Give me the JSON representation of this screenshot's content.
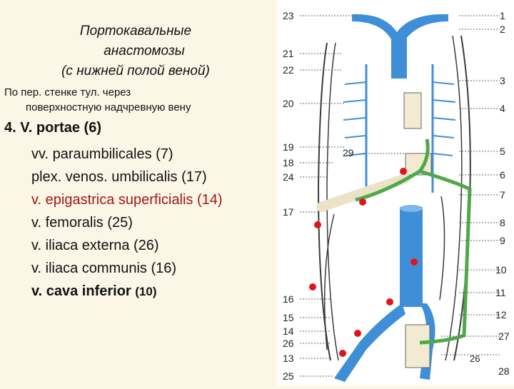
{
  "title": [
    "Портокавальные",
    "анастомозы",
    "(с нижней полой веной)"
  ],
  "subtitle": [
    "По пер. стенке тул. через",
    "поверхностную надчревную вену"
  ],
  "heading": "4. V. portae (6)",
  "items": [
    {
      "text": "vv. paraumbilicales (7)"
    },
    {
      "text": "plex. venos. umbilicalis (17)"
    },
    {
      "text": "v. epigastrica superficialis (14)"
    },
    {
      "text": "v. femoralis (25)"
    },
    {
      "text": "v. iliaca externa (26)"
    },
    {
      "text": "v. iliaca communis (16)"
    },
    {
      "text": "v. cava inferior",
      "num": "(10)"
    }
  ],
  "figure_labels": {
    "left": [
      "23",
      "21",
      "22",
      "20",
      "19",
      "18",
      "24",
      "17",
      "16",
      "15",
      "14",
      "26",
      "13",
      "25"
    ],
    "right": [
      "1",
      "2",
      "3",
      "4",
      "5",
      "6",
      "7",
      "8",
      "9",
      "10",
      "11",
      "12",
      "27",
      "28"
    ],
    "inner": "29",
    "page": "26"
  },
  "colors": {
    "vein_blue": "#3f8fd8",
    "portal_green": "#4fa84a",
    "marker_red": "#e0141b",
    "text_red": "#a11818"
  }
}
